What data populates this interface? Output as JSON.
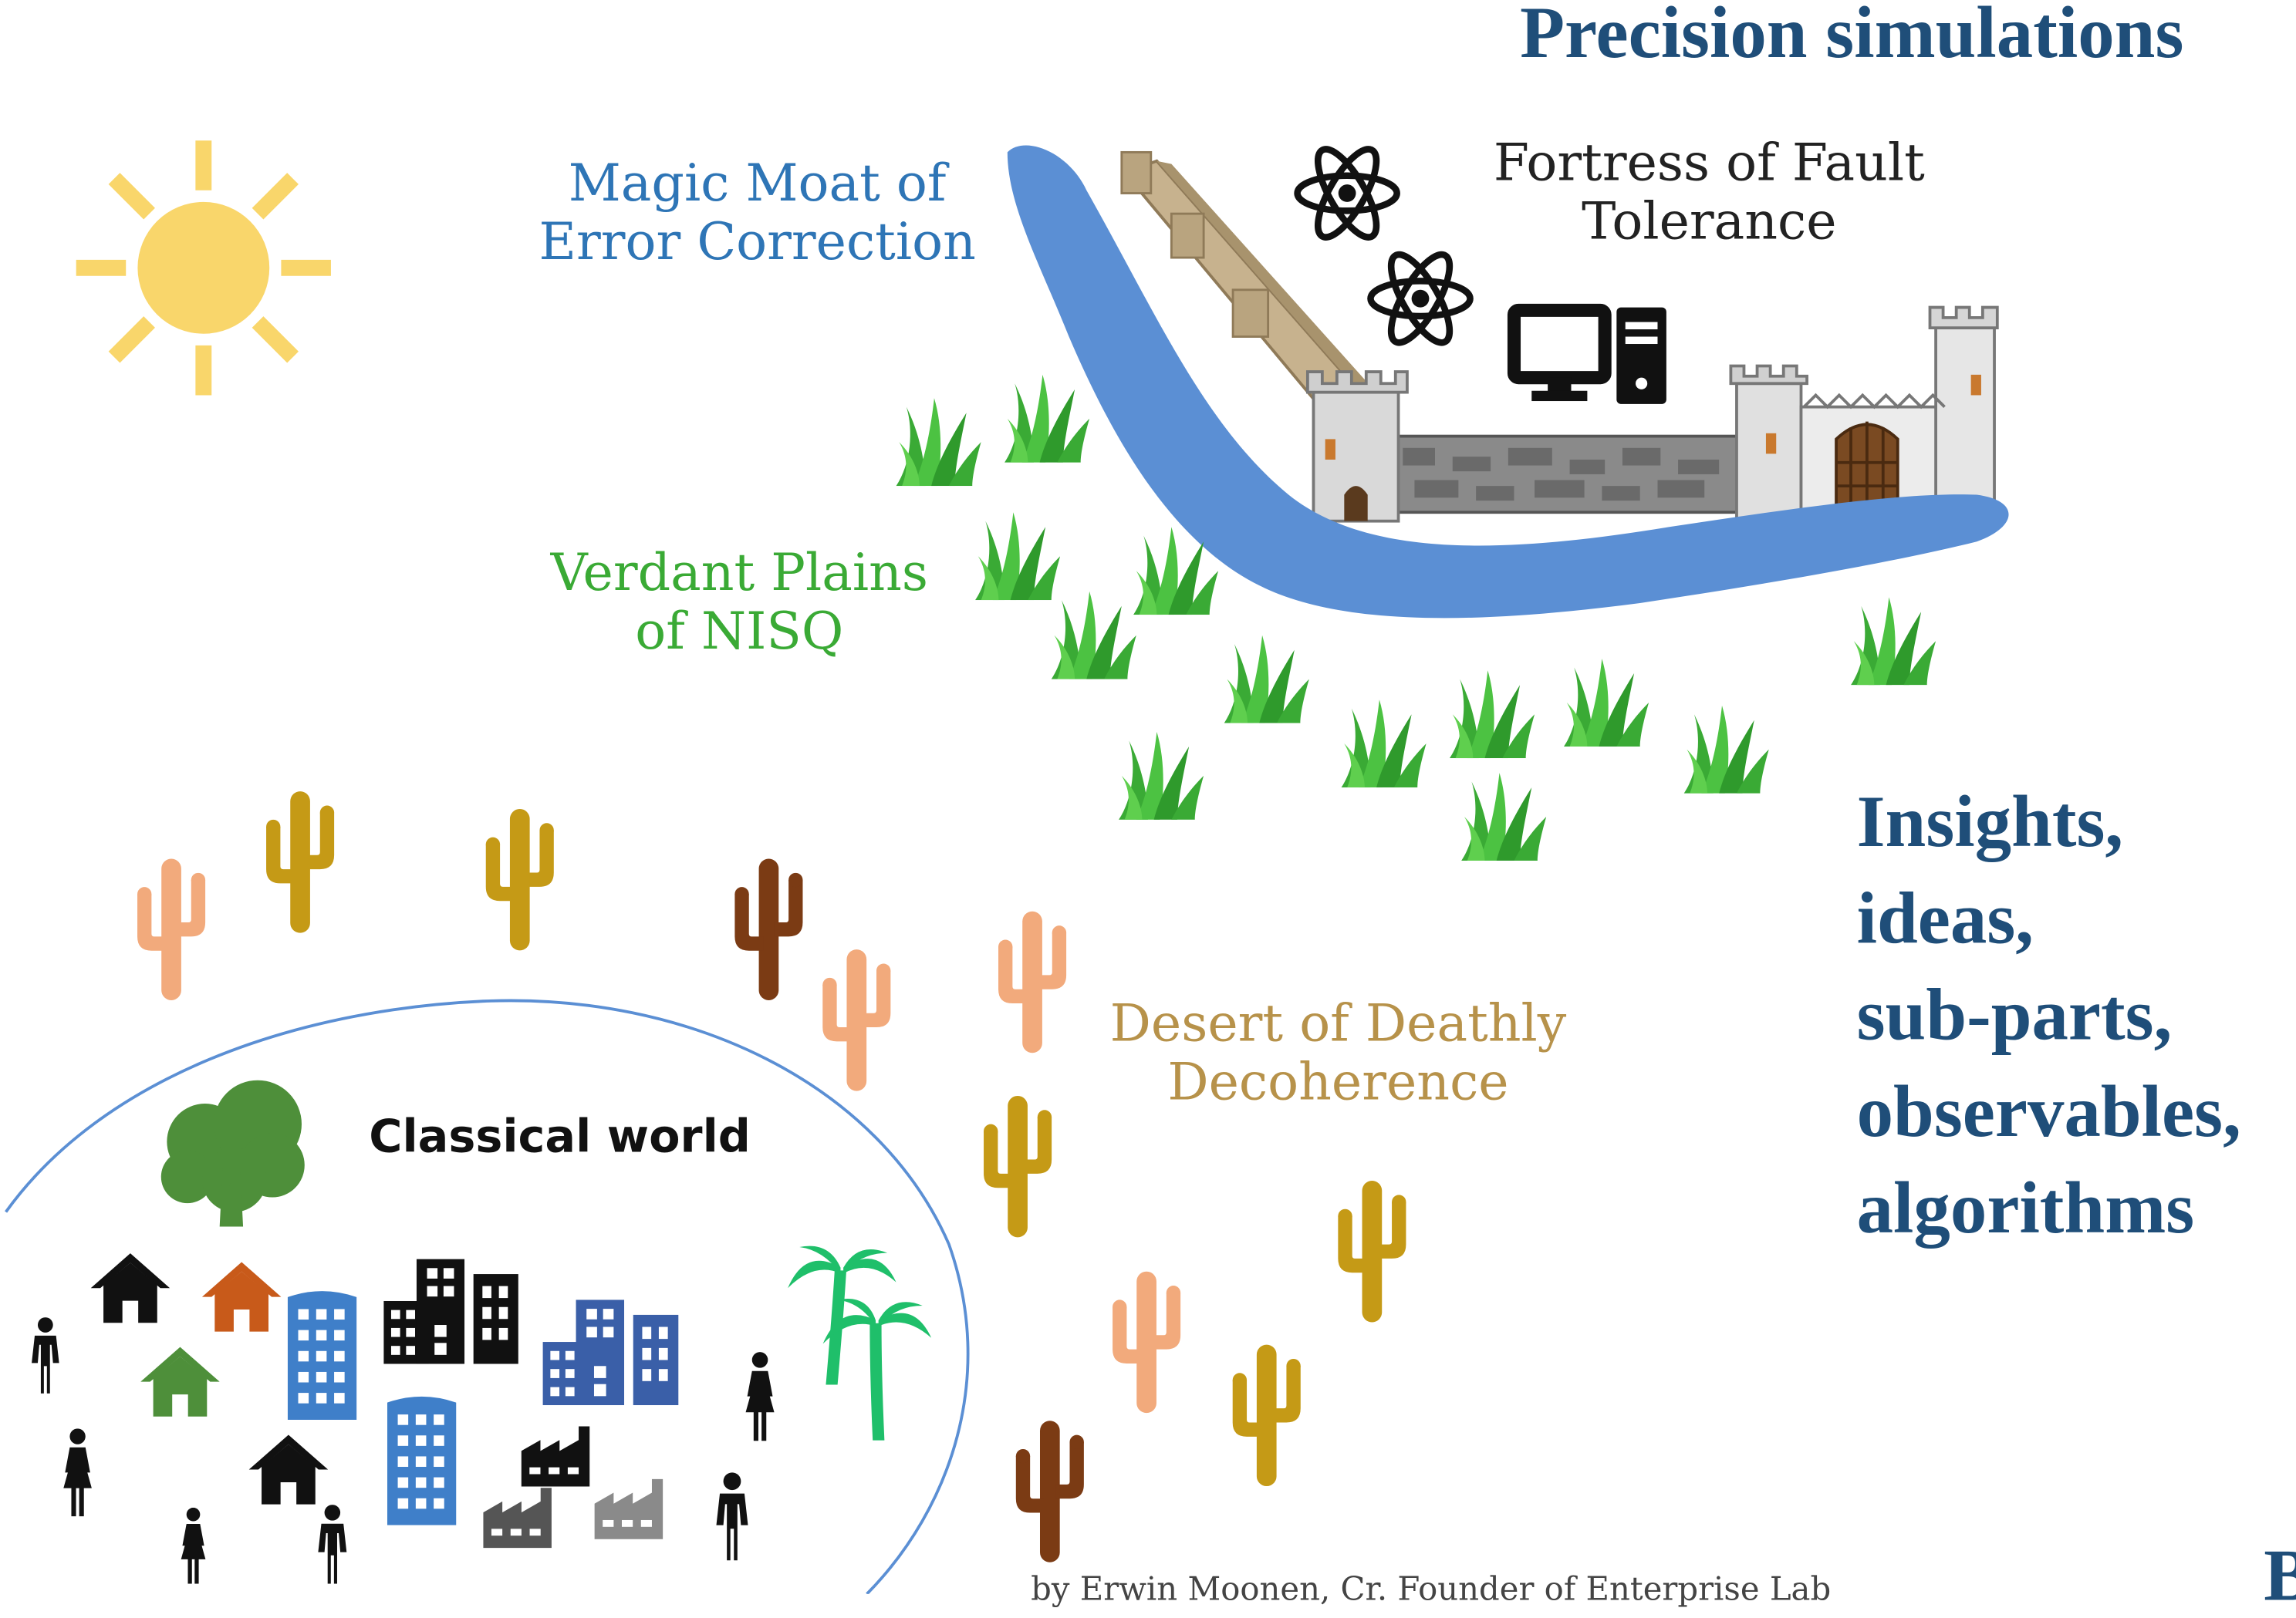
{
  "title": "Precision simulations",
  "labels": {
    "moat": [
      "Magic Moat of",
      "Error Correction"
    ],
    "fortress": [
      "Fortress of Fault",
      "Tolerance"
    ],
    "nisq": [
      "Verdant Plains",
      "of NISQ"
    ],
    "desert": [
      "Desert of Deathly",
      "Decoherence"
    ],
    "classical": "Classical world"
  },
  "side_list": [
    "Insights,",
    "ideas,",
    "sub-parts,",
    "observables,",
    "algorithms"
  ],
  "credit": "by Erwin Moonen, Cr. Founder of Enterprise Lab",
  "cut_letter": "B",
  "colors": {
    "title": "#1f4e79",
    "moat": "#5b8fd4",
    "grass": "#3aaa35",
    "sun": "#f9d66b",
    "cactus_tan": "#f2aa7c",
    "cactus_gold": "#c59a16",
    "cactus_brown": "#7b3b14",
    "building_blue": "#3f7fc9",
    "tree": "#4e8f3a"
  },
  "icons": [
    "sun-icon",
    "atom-icon",
    "computer-icon",
    "castle-icon",
    "grass-icon",
    "cactus-icon",
    "tree-icon",
    "palm-tree-icon",
    "house-icon",
    "building-icon",
    "factory-icon",
    "person-icon"
  ]
}
